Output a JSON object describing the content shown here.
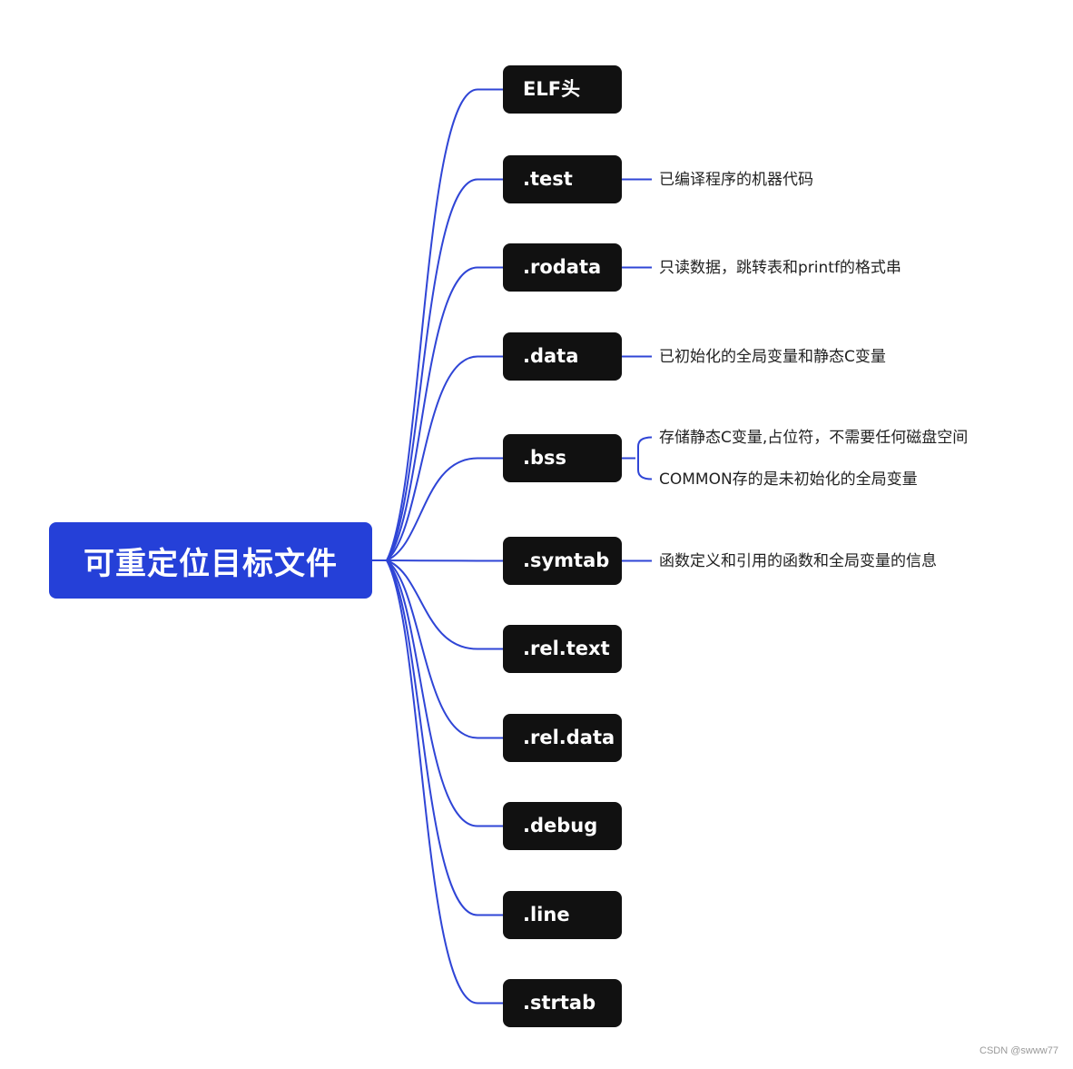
{
  "diagram": {
    "root": {
      "label": "可重定位目标文件"
    },
    "line_color": "#2f45d6",
    "root_color": "#2540d8",
    "node_color": "#111111",
    "sections": [
      {
        "id": "elf-header",
        "label": "ELF头",
        "notes": []
      },
      {
        "id": "test",
        "label": ".test",
        "notes": [
          "已编译程序的机器代码"
        ]
      },
      {
        "id": "rodata",
        "label": ".rodata",
        "notes": [
          "只读数据，跳转表和printf的格式串"
        ]
      },
      {
        "id": "data",
        "label": ".data",
        "notes": [
          "已初始化的全局变量和静态C变量"
        ]
      },
      {
        "id": "bss",
        "label": ".bss",
        "notes": [
          "存储静态C变量,占位符，不需要任何磁盘空间",
          "COMMON存的是未初始化的全局变量"
        ]
      },
      {
        "id": "symtab",
        "label": ".symtab",
        "notes": [
          "函数定义和引用的函数和全局变量的信息"
        ]
      },
      {
        "id": "rel-text",
        "label": ".rel.text",
        "notes": []
      },
      {
        "id": "rel-data",
        "label": ".rel.data",
        "notes": []
      },
      {
        "id": "debug",
        "label": ".debug",
        "notes": []
      },
      {
        "id": "line",
        "label": ".line",
        "notes": []
      },
      {
        "id": "strtab",
        "label": ".strtab",
        "notes": []
      }
    ]
  },
  "watermark": "CSDN @swww77"
}
